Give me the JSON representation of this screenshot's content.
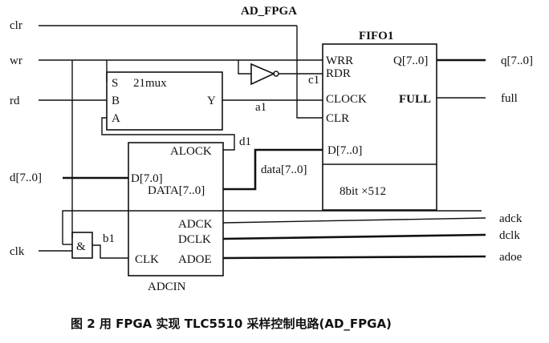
{
  "title": "AD_FPGA",
  "inputs": {
    "clr": "clr",
    "wr": "wr",
    "rd": "rd",
    "d": "d[7..0]",
    "clk": "clk"
  },
  "outputs": {
    "q": "q[7..0]",
    "full": "full",
    "adck": "adck",
    "dclk": "dclk",
    "adoe": "adoe"
  },
  "nets": {
    "a1": "a1",
    "b1": "b1",
    "c1": "c1",
    "d1": "d1",
    "data": "data[7..0]"
  },
  "mux": {
    "name": "21mux",
    "pin_s": "S",
    "pin_b": "B",
    "pin_a": "A",
    "pin_y": "Y"
  },
  "fifo": {
    "name": "FIFO1",
    "pin_wrr": "WRR",
    "pin_rdr": "RDR",
    "pin_clock": "CLOCK",
    "pin_clr": "CLR",
    "pin_d": "D[7..0]",
    "pin_q": "Q[7..0]",
    "pin_full": "FULL",
    "size": "8bit ×512"
  },
  "adc": {
    "name": "ADCIN",
    "pin_alock": "ALOCK",
    "pin_d": "D[7.0]",
    "pin_data": "DATA[7..0]",
    "pin_adck": "ADCK",
    "pin_dclk": "DCLK",
    "pin_clk": "CLK",
    "pin_adoe": "ADOE"
  },
  "and_gate": "&",
  "caption": "图 2   用 FPGA 实现 TLC5510 采样控制电路(AD_FPGA)"
}
